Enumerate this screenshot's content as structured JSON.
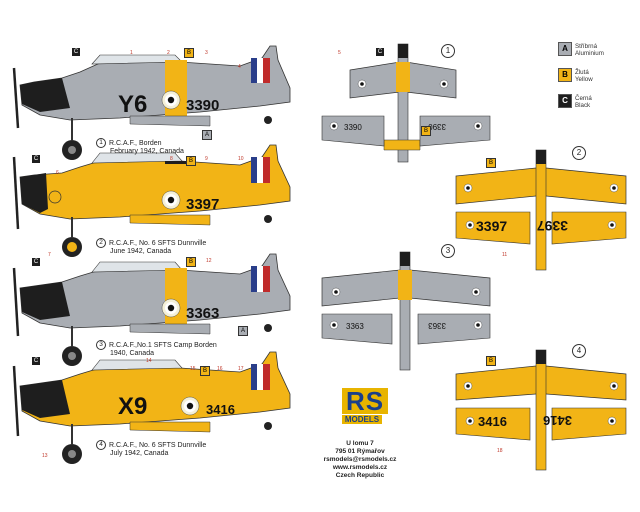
{
  "colors": {
    "aluminium": "#a9adb3",
    "yellow": "#f2b416",
    "black": "#1e1e1e",
    "rs_blue": "#1a3f8a",
    "rs_yellow": "#e8b400"
  },
  "legend": [
    {
      "code": "A",
      "cz": "Stříbrná",
      "en": "Aluminium"
    },
    {
      "code": "B",
      "cz": "Žlutá",
      "en": "Yellow"
    },
    {
      "code": "C",
      "cz": "Černá",
      "en": "Black"
    }
  ],
  "profiles": [
    {
      "num": "1",
      "code_letters": "Y6",
      "serial": "3390",
      "line1": "R.C.A.F., Borden",
      "line2": "February 1942, Canada"
    },
    {
      "num": "2",
      "code_letters": "",
      "serial": "3397",
      "line1": "R.C.A.F., No. 6 SFTS Dunnville",
      "line2": "June 1942, Canada"
    },
    {
      "num": "3",
      "code_letters": "",
      "serial": "3363",
      "line1": "R.C.A.F.,No.1 SFTS Camp Borden",
      "line2": "1940, Canada"
    },
    {
      "num": "4",
      "code_letters": "X9",
      "serial": "3416",
      "line1": "R.C.A.F., No. 6 SFTS Dunnville",
      "line2": "July 1942, Canada"
    }
  ],
  "wing_serials": {
    "w1": "3390",
    "w2": "3397",
    "w3": "3363",
    "w4": "3416"
  },
  "callouts": {
    "a": "A",
    "b": "B",
    "c": "C",
    "n1": "1",
    "n2": "2",
    "n3": "3",
    "n4": "4",
    "n5": "5",
    "n6": "6",
    "n7": "7",
    "n8": "8",
    "n9": "9",
    "n10": "10",
    "n11": "11",
    "n12": "12",
    "n13": "13",
    "n14": "14",
    "n15": "15",
    "n16": "16",
    "n17": "17",
    "n18": "18"
  },
  "logo": {
    "rs": "RS",
    "models": "MODELS"
  },
  "address": [
    "U lomu 7",
    "795 01 Rýmařov",
    "rsmodels@rsmodels.cz",
    "www.rsmodels.cz",
    "Czech Republic"
  ]
}
